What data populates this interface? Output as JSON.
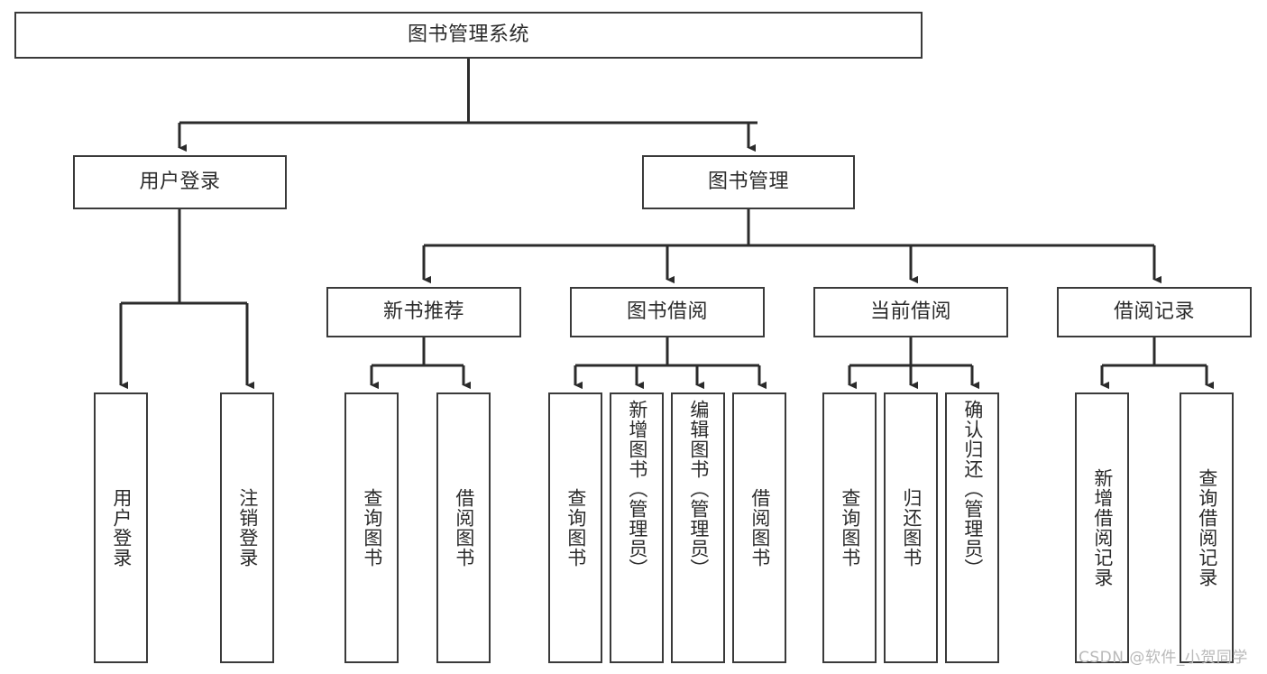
{
  "diagram": {
    "title": "图书管理系统",
    "type": "tree",
    "colors": {
      "box_border": "#3a3a3a",
      "box_fill": "#ffffff",
      "edge": "#2b2b2b",
      "text": "#2b2b2b",
      "watermark": "#b9b9b9",
      "background": "#ffffff"
    },
    "root": {
      "label": "图书管理系统"
    },
    "level2": [
      {
        "label": "用户登录"
      },
      {
        "label": "图书管理"
      }
    ],
    "level3": [
      {
        "label": "新书推荐"
      },
      {
        "label": "图书借阅"
      },
      {
        "label": "当前借阅"
      },
      {
        "label": "借阅记录"
      }
    ],
    "leaves": {
      "user_login": [
        {
          "label": "用户登录"
        },
        {
          "label": "注销登录"
        }
      ],
      "new_book": [
        {
          "label": "查询图书"
        },
        {
          "label": "借阅图书"
        }
      ],
      "book_borrow": [
        {
          "label": "查询图书"
        },
        {
          "label": "新增图书（管理员）"
        },
        {
          "label": "编辑图书（管理员）"
        },
        {
          "label": "借阅图书"
        }
      ],
      "current_borrow": [
        {
          "label": "查询图书"
        },
        {
          "label": "归还图书"
        },
        {
          "label": "确认归还（管理员）"
        }
      ],
      "borrow_record": [
        {
          "label": "新增借阅记录"
        },
        {
          "label": "查询借阅记录"
        }
      ]
    }
  },
  "watermark": {
    "text": "CSDN @软件_小贺同学"
  }
}
